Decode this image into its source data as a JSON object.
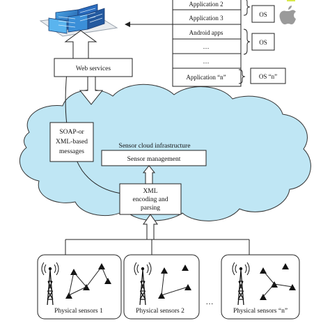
{
  "applications": {
    "items": [
      "Application 2",
      "Application 3",
      "Android apps",
      "…",
      "…",
      "Application “n”"
    ]
  },
  "os": {
    "labels": [
      "OS",
      "OS",
      "OS “n”"
    ]
  },
  "web_services": {
    "label": "Web services"
  },
  "soap": {
    "line1": "SOAP-or",
    "line2": "XML-based",
    "line3": "messages"
  },
  "cloud": {
    "title": "Sensor cloud infrastructure",
    "sensor_management": "Sensor management",
    "color": "#bfe6f4"
  },
  "xml": {
    "line1": "XML",
    "line2": "encoding and",
    "line3": "parsing"
  },
  "sensors": {
    "groups": [
      "Physical sensors 1",
      "Physical sensors 2",
      "Physical sensors “n”"
    ],
    "ellipsis": "…"
  },
  "icons": {
    "building": "building-icon",
    "apple": "apple-icon"
  }
}
